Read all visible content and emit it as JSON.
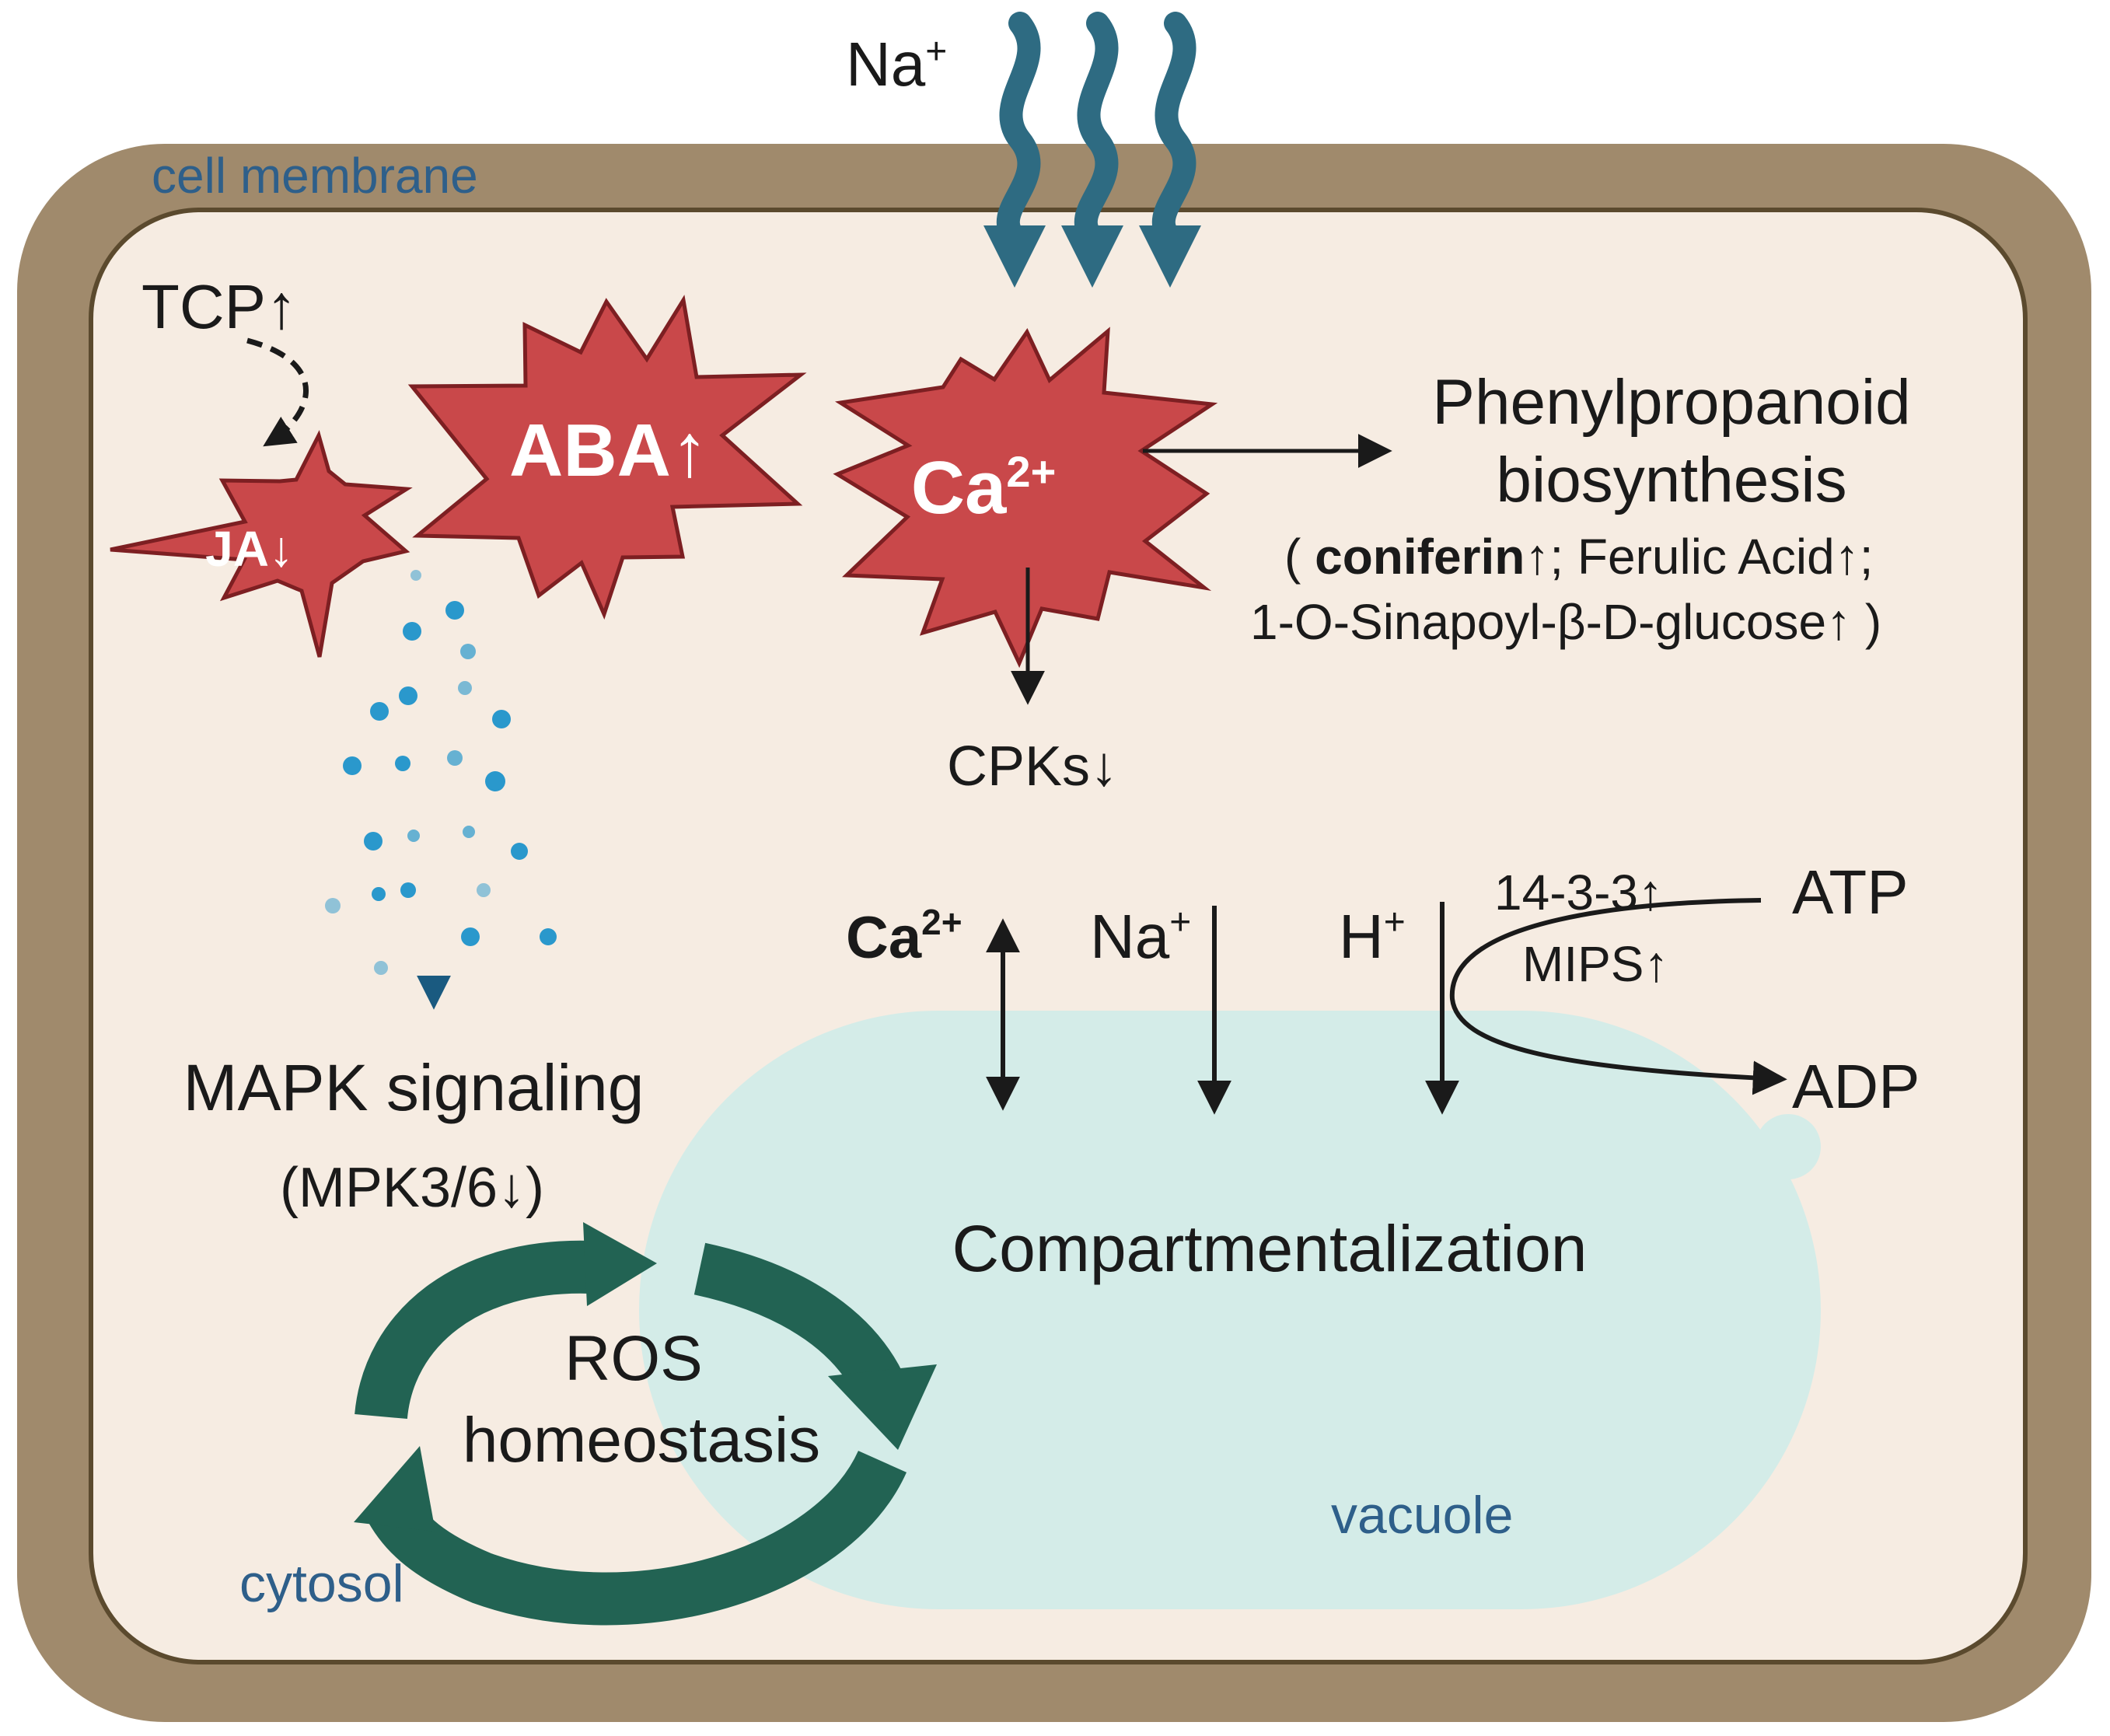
{
  "colors": {
    "membrane": "#a08a6c",
    "membrane_edge": "#5b4a2e",
    "cytosol": "#f6ece2",
    "vacuole": "#d4ece8",
    "star": "#c9484a",
    "star_edge": "#7d1f22",
    "wave": "#2e6b82",
    "cycle": "#226353",
    "dots": "#2a98cc",
    "label_blue": "#2e5f8a"
  },
  "labels": {
    "cell_membrane": "cell membrane",
    "cytosol": "cytosol",
    "vacuole": "vacuole",
    "na_in": "Na",
    "na_in_sup": "+",
    "tcp": "TCP↑",
    "ja": "JA↓",
    "aba": "ABA↑",
    "ca_star": "Ca",
    "ca_star_sup": "2+",
    "phenyl_line1": "Phenylpropanoid",
    "phenyl_line2": "biosynthesis",
    "phenyl_open": "(",
    "phenyl_coniferin": "coniferin↑",
    "phenyl_sep1": ";",
    "phenyl_ferulic": "Ferulic Acid↑",
    "phenyl_sep2": ";",
    "phenyl_sinapoyl": "1-O-Sinapoyl-β-D-glucose↑",
    "phenyl_close": ")",
    "cpks": "CPKs↓",
    "ca_channel": "Ca",
    "ca_channel_sup": "2+",
    "na_channel": "Na",
    "na_channel_sup": "+",
    "h_channel": "H",
    "h_channel_sup": "+",
    "p1433": "14-3-3↑",
    "mips": "MIPS↑",
    "atp": "ATP",
    "adp": "ADP",
    "mapk": "MAPK signaling",
    "mpk": "(MPK3/6↓)",
    "ros_line1": "ROS",
    "ros_line2": "homeostasis",
    "compartment": "Compartmentalization"
  }
}
